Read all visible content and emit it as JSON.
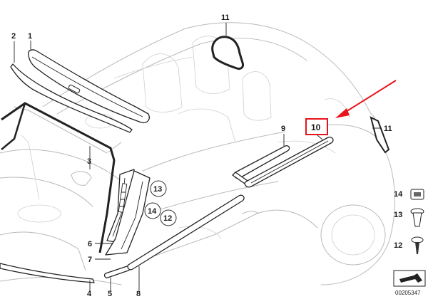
{
  "diagram": {
    "callouts": {
      "c1": "1",
      "c2": "2",
      "c3": "3",
      "c4": "4",
      "c5": "5",
      "c6": "6",
      "c7": "7",
      "c8": "8",
      "c9": "9",
      "c10": "10",
      "c11a": "11",
      "c11b": "11",
      "c12": "12",
      "c13": "13",
      "c14": "14"
    },
    "legend": {
      "l14": "14",
      "l13": "13",
      "l12": "12"
    },
    "reference_number": "00205347",
    "colors": {
      "highlight_box": "#e8141b",
      "arrow": "#e8141b",
      "lines": "#222222",
      "car_outline": "#b9b9b9"
    }
  }
}
